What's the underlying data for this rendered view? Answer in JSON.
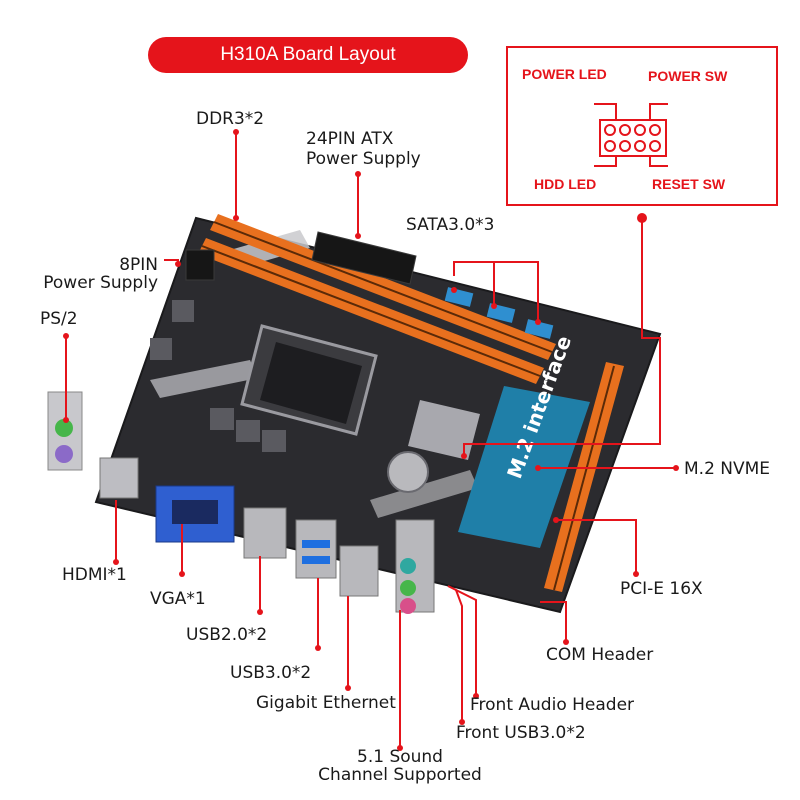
{
  "title": "H310A Board Layout",
  "panel_header": {
    "power_led": "POWER LED",
    "power_sw": "POWER SW",
    "hdd_led": "HDD  LED",
    "reset_sw": "RESET SW"
  },
  "labels": {
    "ddr3": "DDR3*2",
    "atx_line1": "24PIN ATX",
    "atx_line2": "Power Supply",
    "sata": "SATA3.0*3",
    "pin8_line1": "8PIN",
    "pin8_line2": "Power Supply",
    "ps2": "PS/2",
    "m2_nvme": "M.2 NVME",
    "pcie": "PCI-E 16X",
    "hdmi": "HDMI*1",
    "vga": "VGA*1",
    "usb2": "USB2.0*2",
    "usb3": "USB3.0*2",
    "ethernet": "Gigabit Ethernet",
    "sound_line1": "5.1 Sound",
    "sound_line2": "Channel Supported",
    "com": "COM Header",
    "front_audio": "Front Audio Header",
    "front_usb3": "Front USB3.0*2"
  },
  "board_markings": {
    "m2_slot": "M.2 interface"
  },
  "colors": {
    "accent": "#e5141b",
    "pcb": "#2b2b2f",
    "dimm": "#e8701e",
    "sata": "#2f8fd0",
    "m2_card": "#1f7fa8"
  }
}
